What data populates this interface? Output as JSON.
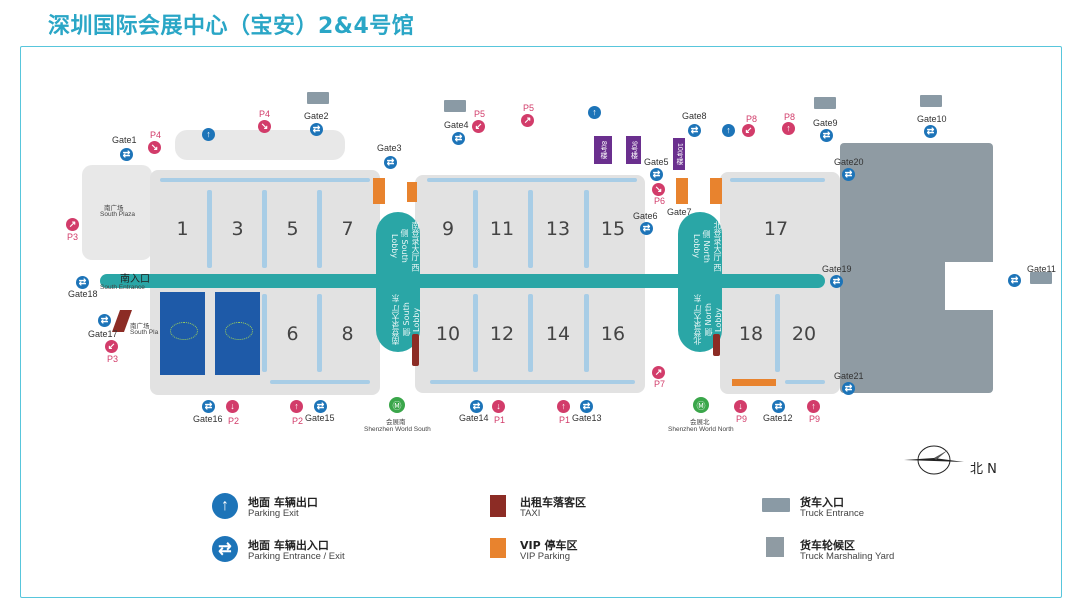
{
  "title": "深圳国际会展中心（宝安）2&4号馆",
  "halls_top": [
    "1",
    "3",
    "5",
    "7",
    "9",
    "11",
    "13",
    "15",
    "17"
  ],
  "halls_bottom": [
    "6",
    "8",
    "10",
    "12",
    "14",
    "16",
    "18",
    "20"
  ],
  "south_entrance": {
    "cn": "南入口",
    "en": "South Entrance"
  },
  "south_plaza": {
    "cn": "南广场",
    "en": "South Plaza"
  },
  "south_plaza2": {
    "cn": "南广场",
    "en": "South Pla"
  },
  "south_lobby_top": "南登录大厅 西侧 South Lobby",
  "south_lobby_bottom": "南登录大厅 东侧 South Lobby",
  "north_lobby_top": "北登录大厅 西侧 North Lobby",
  "north_lobby_bottom": "北登录大厅 东侧 North Lobby",
  "gates": {
    "g1": "Gate1",
    "g2": "Gate2",
    "g3": "Gate3",
    "g4": "Gate4",
    "g5": "Gate5",
    "g6": "Gate6",
    "g7": "Gate7",
    "g8": "Gate8",
    "g9": "Gate9",
    "g10": "Gate10",
    "g11": "Gate11",
    "g12": "Gate12",
    "g13": "Gate13",
    "g14": "Gate14",
    "g15": "Gate15",
    "g16": "Gate16",
    "g17": "Gate17",
    "g18": "Gate18",
    "g19": "Gate19",
    "g20": "Gate20",
    "g21": "Gate21"
  },
  "parking": {
    "p1a": "P1",
    "p1b": "P1",
    "p2a": "P2",
    "p2b": "P2",
    "p3a": "P3",
    "p3b": "P3",
    "p4a": "P4",
    "p4b": "P4",
    "p5a": "P5",
    "p5b": "P5",
    "p6": "P6",
    "p7": "P7",
    "p8a": "P8",
    "p8b": "P8",
    "p9a": "P9",
    "p9b": "P9"
  },
  "buildings": {
    "b8": "8号楼",
    "b9": "9号楼",
    "b10": "10号楼"
  },
  "metro": {
    "south": {
      "cn": "会展南",
      "en": "Shenzhen World South"
    },
    "north": {
      "cn": "会展北",
      "en": "Shenzhen World North"
    }
  },
  "compass": "北 N",
  "legend": {
    "exit": {
      "cn": "地面 车辆出口",
      "en": "Parking Exit"
    },
    "both": {
      "cn": "地面 车辆出入口",
      "en": "Parking Entrance / Exit"
    },
    "taxi": {
      "cn": "出租车落客区",
      "en": "TAXI"
    },
    "vip": {
      "cn": "VIP 停车区",
      "en": "VIP Parking"
    },
    "truck": {
      "cn": "货车入口",
      "en": "Truck Entrance"
    },
    "yard": {
      "cn": "货车轮候区",
      "en": "Truck Marshaling Yard"
    }
  },
  "colors": {
    "accent": "#2aa6c6",
    "spine": "#2aa6a6",
    "exit_icon": "#1d74b8",
    "parking": "#d23c6a",
    "vip": "#e8832e",
    "taxi": "#8c2c25",
    "yard": "#8f9ba3",
    "hall": "#e2e2e2",
    "hall_highlight": "#1e5aa8"
  }
}
